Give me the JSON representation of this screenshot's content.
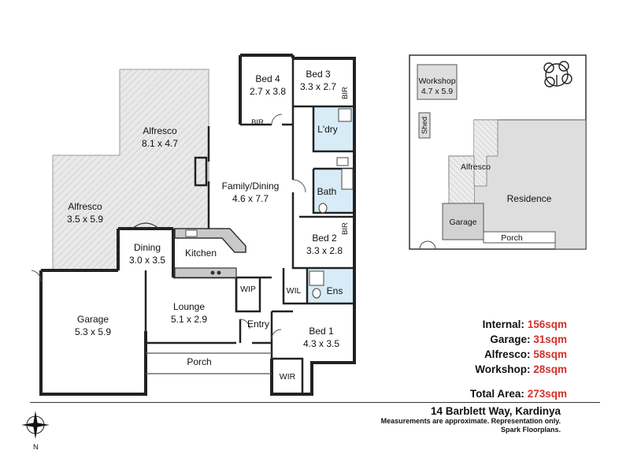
{
  "rooms": {
    "alfresco_main": {
      "name": "Alfresco",
      "dims": "8.1 x 4.7"
    },
    "alfresco_side": {
      "name": "Alfresco",
      "dims": "3.5 x 5.9"
    },
    "bed4": {
      "name": "Bed 4",
      "dims": "2.7 x 3.8"
    },
    "bed3": {
      "name": "Bed 3",
      "dims": "3.3 x 2.7"
    },
    "family": {
      "name": "Family/Dining",
      "dims": "4.6 x 7.7"
    },
    "dining": {
      "name": "Dining",
      "dims": "3.0 x 3.5"
    },
    "kitchen": {
      "name": "Kitchen"
    },
    "bed2": {
      "name": "Bed 2",
      "dims": "3.3 x 2.8"
    },
    "garage": {
      "name": "Garage",
      "dims": "5.3 x 5.9"
    },
    "lounge": {
      "name": "Lounge",
      "dims": "5.1 x 2.9"
    },
    "bed1": {
      "name": "Bed 1",
      "dims": "4.3 x 3.5"
    },
    "laundry": {
      "name": "L'dry"
    },
    "bath": {
      "name": "Bath"
    },
    "ens": {
      "name": "Ens"
    },
    "wip": {
      "name": "WIP"
    },
    "wil": {
      "name": "WIL"
    },
    "wir": {
      "name": "WIR"
    },
    "entry": {
      "name": "Entry"
    },
    "porch": {
      "name": "Porch"
    },
    "bir_a": {
      "name": "BIR"
    },
    "bir_b": {
      "name": "BIR"
    },
    "bir_c": {
      "name": "BIR"
    }
  },
  "site_plan": {
    "workshop": {
      "name": "Workshop",
      "dims": "4.7 x 5.9"
    },
    "shed": "Shed",
    "alfresco": "Alfresco",
    "residence": "Residence",
    "garage": "Garage",
    "porch": "Porch"
  },
  "areas": [
    {
      "label": "Internal:",
      "value": "156sqm"
    },
    {
      "label": "Garage:",
      "value": "31sqm"
    },
    {
      "label": "Alfresco:",
      "value": "58sqm"
    },
    {
      "label": "Workshop:",
      "value": "28sqm"
    }
  ],
  "total": {
    "label": "Total Area:",
    "value": "273sqm"
  },
  "footer": {
    "address": "14 Barblett Way, Kardinya",
    "disclaimer": "Measurements are approximate.  Representation only.",
    "credit": "Spark Floorplans."
  },
  "compass": {
    "north_label": "N"
  },
  "colors": {
    "wet_area": "#d7ecf6",
    "hatch": "#c8c8c8",
    "area_value": "#d3322b",
    "site_building": "#dedede"
  }
}
